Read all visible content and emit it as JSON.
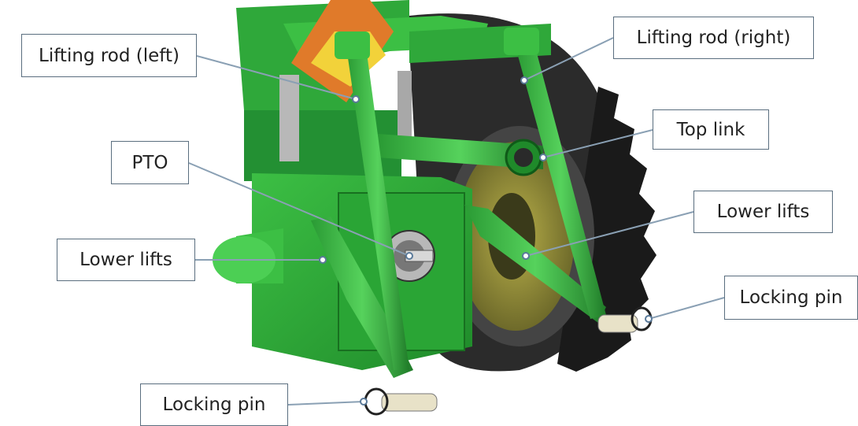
{
  "labels": {
    "lifting_rod_left": "Lifting rod (left)",
    "lifting_rod_right": "Lifting rod (right)",
    "top_link": "Top link",
    "pto": "PTO",
    "lower_lifts_right": "Lower lifts",
    "lower_lifts_left": "Lower lifts",
    "locking_pin_right": "Locking pin",
    "locking_pin_left": "Locking pin"
  },
  "colors": {
    "tractor_green": "#2fa83a",
    "dark_green": "#1f7a28",
    "tire_black": "#2b2b2b",
    "rim_yellow": "#d8c74a",
    "warning_orange": "#f0a040",
    "leader_line": "#8aa0b4"
  }
}
